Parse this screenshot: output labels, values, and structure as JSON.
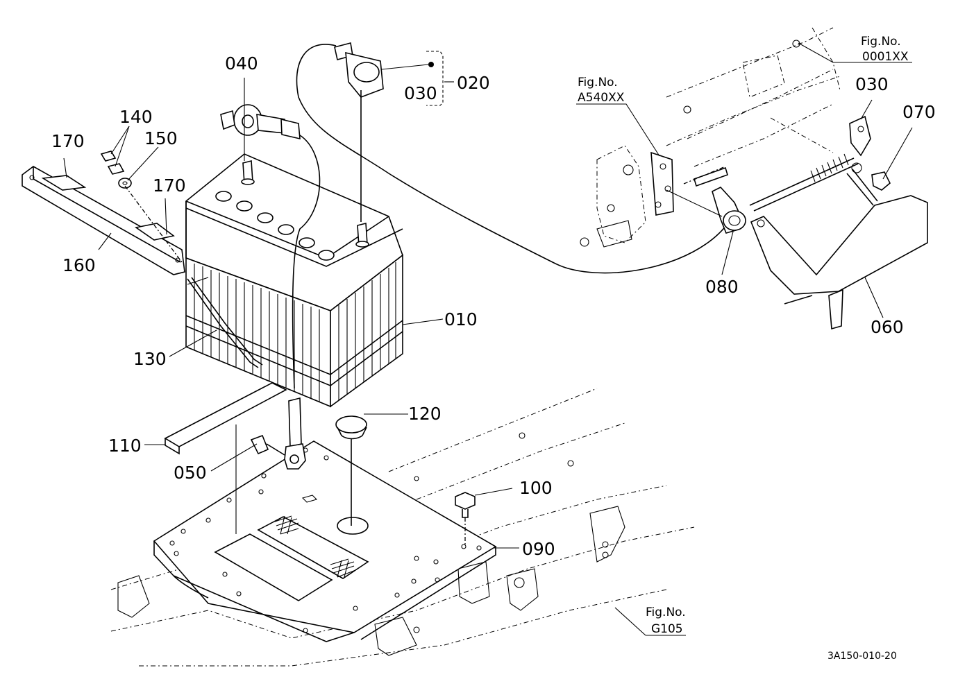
{
  "labels": {
    "p010": "010",
    "p020": "020",
    "p030a": "030",
    "p030b": "030",
    "p040": "040",
    "p050": "050",
    "p060": "060",
    "p070": "070",
    "p080": "080",
    "p090": "090",
    "p100": "100",
    "p110": "110",
    "p120": "120",
    "p130": "130",
    "p140": "140",
    "p150": "150",
    "p160": "160",
    "p170a": "170",
    "p170b": "170"
  },
  "figrefs": {
    "ref1": {
      "title": "Fig.No.",
      "code": "0001XX"
    },
    "ref2": {
      "title": "Fig.No.",
      "code": "A540XX"
    },
    "ref3": {
      "title": "Fig.No.",
      "code": "G105"
    }
  },
  "drawing_code": "3A150-010-20"
}
